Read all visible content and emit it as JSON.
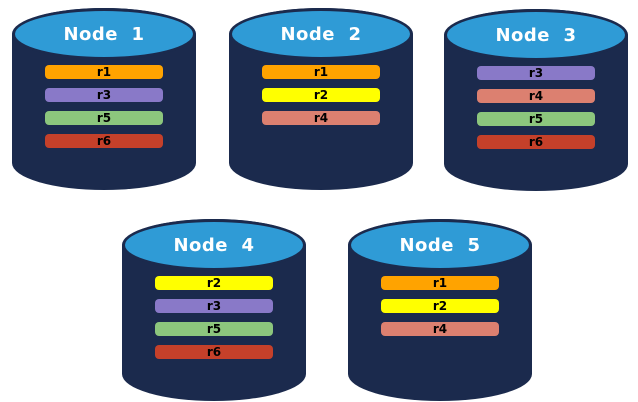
{
  "colors": {
    "background": "#FFFFFF",
    "cylinder_body": "#1B2A4D",
    "cylinder_top": "#2F9BD6",
    "cylinder_outline": "#1B2A4D",
    "title_text": "#FFFFFF",
    "bar_text": "#000000"
  },
  "replica_colors": {
    "r1": "#FFA300",
    "r2": "#FFFF00",
    "r3": "#8979C8",
    "r4": "#DC8070",
    "r5": "#8CC67D",
    "r6": "#C5402A"
  },
  "nodes": [
    {
      "label": "Node  1",
      "replicas": [
        "r1",
        "r3",
        "r5",
        "r6"
      ]
    },
    {
      "label": "Node  2",
      "replicas": [
        "r1",
        "r2",
        "r4"
      ]
    },
    {
      "label": "Node  3",
      "replicas": [
        "r3",
        "r4",
        "r5",
        "r6"
      ]
    },
    {
      "label": "Node  4",
      "replicas": [
        "r2",
        "r3",
        "r5",
        "r6"
      ]
    },
    {
      "label": "Node  5",
      "replicas": [
        "r1",
        "r2",
        "r4"
      ]
    }
  ]
}
